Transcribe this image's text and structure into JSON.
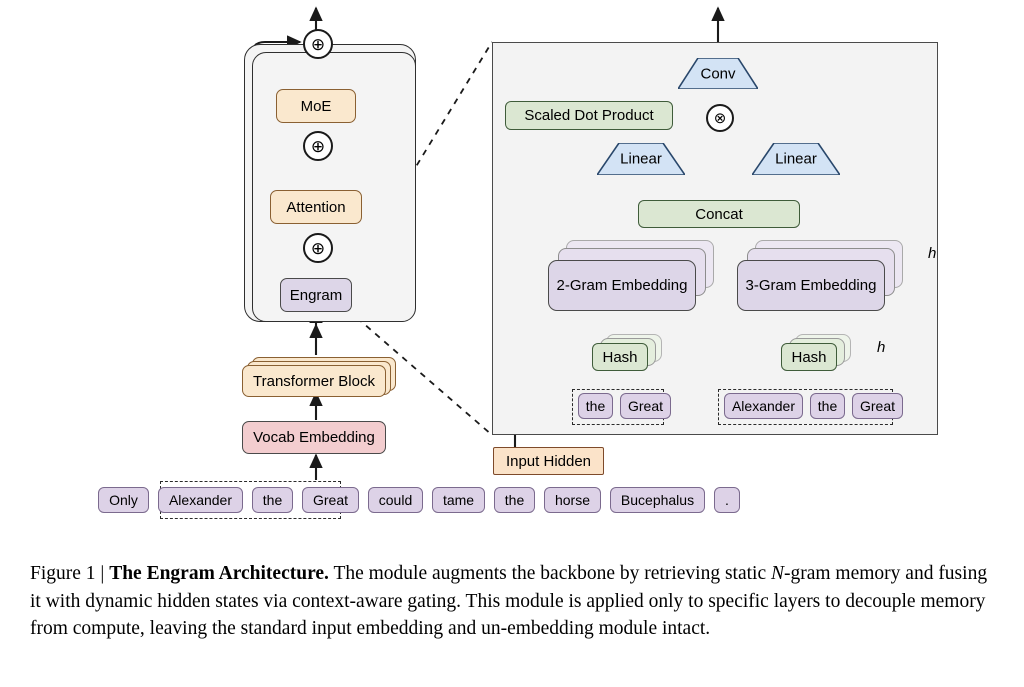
{
  "figure": {
    "caption_prefix": "Figure 1 | ",
    "caption_bold": "The Engram Architecture.",
    "caption_body_1": " The module augments the backbone by retrieving static ",
    "caption_italic_1": "N-",
    "caption_body_2": "gram memory and fusing it with dynamic hidden states via context-aware gating. This module is applied only to specific layers to decouple memory from compute, leaving the standard input embedding and un-embedding module intact."
  },
  "backbone": {
    "moe_label": "MoE",
    "attention_label": "Attention",
    "engram_label": "Engram",
    "transformer_block_label": "Transformer Block",
    "vocab_embedding_label": "Vocab Embedding",
    "add_symbol": "⊕"
  },
  "tokens": {
    "sequence": [
      "Only",
      "Alexander",
      "the",
      "Great",
      "could",
      "tame",
      "the",
      "horse",
      "Bucephalus",
      "."
    ],
    "highlighted": [
      "Alexander",
      "the",
      "Great"
    ]
  },
  "engram_module": {
    "conv_label": "Conv",
    "scaled_dot_product_label": "Scaled Dot Product",
    "linear_left_label": "Linear",
    "linear_right_label": "Linear",
    "concat_label": "Concat",
    "multiply_symbol": "⊗",
    "two_gram_label": "2-Gram Embedding",
    "three_gram_label": "3-Gram Embedding",
    "hash_left_label": "Hash",
    "hash_right_label": "Hash",
    "input_hidden_label": "Input Hidden",
    "head_count_label": "h",
    "bigram_tokens": [
      "the",
      "Great"
    ],
    "trigram_tokens": [
      "Alexander",
      "the",
      "Great"
    ]
  },
  "colors": {
    "peach": "#fae8ce",
    "pink": "#f3cdcf",
    "purple": "#ddd6e8",
    "green": "#dbe7d2",
    "blue": "#d3e3f5",
    "panel_bg": "#f3f3f3",
    "token_bg": "#ddd2e7"
  }
}
